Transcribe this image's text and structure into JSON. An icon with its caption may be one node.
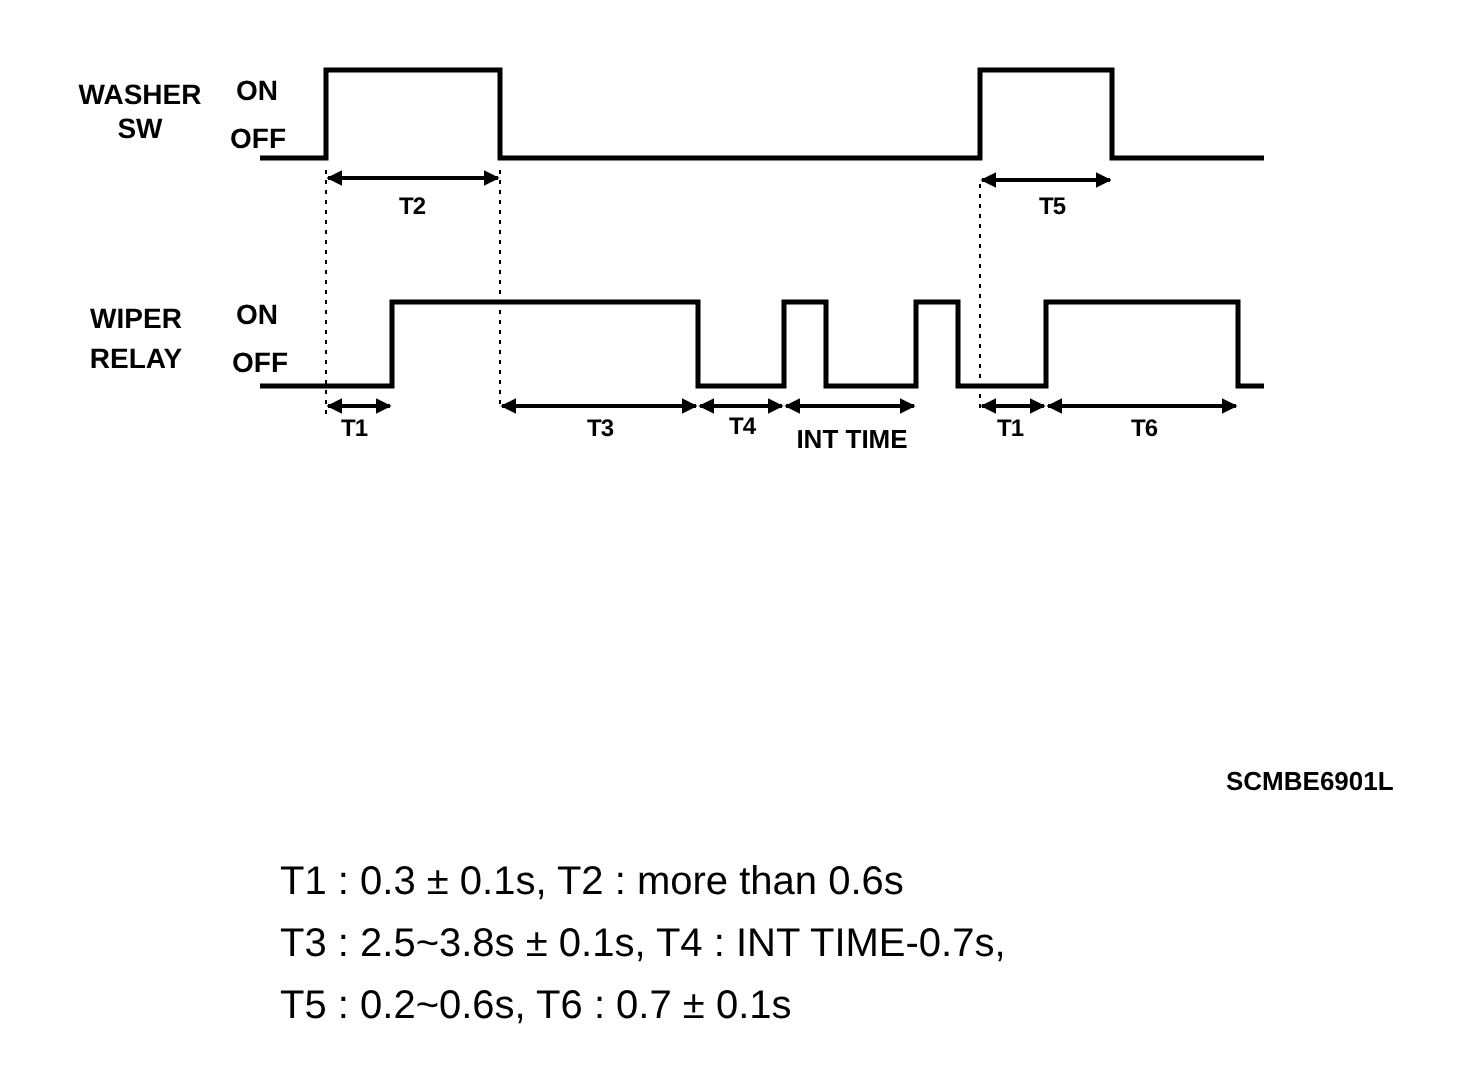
{
  "diagram": {
    "labels": [
      "WASHER SW",
      "ON",
      "OFF",
      "T2",
      "T5",
      "WIPER RELAY",
      "ON",
      "OFF",
      "T1",
      "T3",
      "T4",
      "INT TIME",
      "T1",
      "T6",
      "SCMBE6901L",
      "T1 : 0.3 ± 0.1s, T2 : more than 0.6s",
      "T3 : 2.5~3.8s ± 0.1s, T4 : INT TIME-0.7s,",
      "T5 : 0.2~0.6s, T6 : 0.7 ± 0.1s"
    ]
  }
}
